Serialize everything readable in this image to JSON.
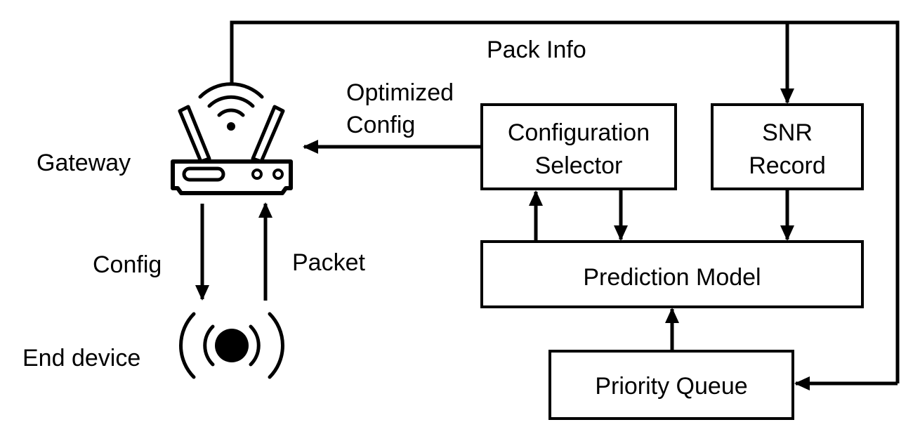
{
  "diagram": {
    "nodes": {
      "gateway": {
        "label": "Gateway",
        "icon": "router-icon"
      },
      "end_device": {
        "label": "End device",
        "icon": "broadcast-icon"
      },
      "configuration_selector": {
        "line1": "Configuration",
        "line2": "Selector"
      },
      "snr_record": {
        "line1": "SNR",
        "line2": "Record"
      },
      "prediction_model": {
        "label": "Prediction Model"
      },
      "priority_queue": {
        "label": "Priority Queue"
      }
    },
    "edges": {
      "pack_info": {
        "label": "Pack Info"
      },
      "optimized_config": {
        "line1": "Optimized",
        "line2": "Config"
      },
      "config": {
        "label": "Config"
      },
      "packet": {
        "label": "Packet"
      }
    },
    "colors": {
      "stroke": "#000000",
      "background": "#ffffff"
    }
  }
}
